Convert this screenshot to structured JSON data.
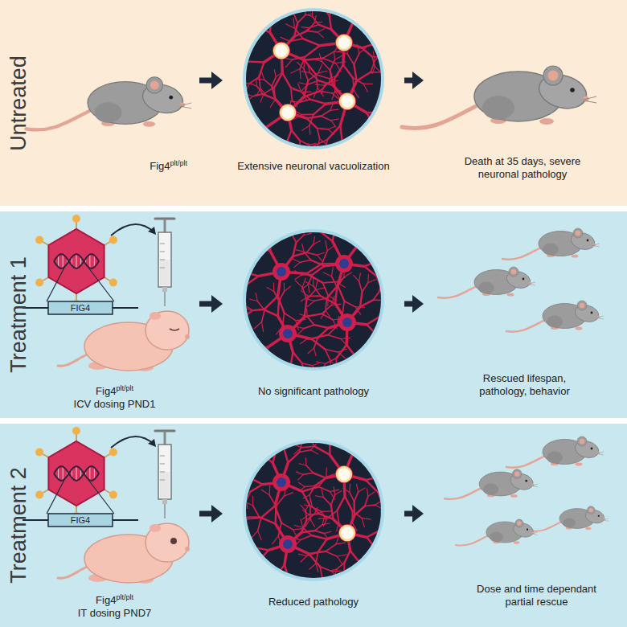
{
  "diagram": {
    "nodes": [
      {
        "text": [
          "Untreated"
        ]
      },
      {
        "text": [
          "Fig4",
          "plt/plt"
        ],
        "in": 0
      },
      {
        "text": [
          "Extensive neuronal vacuolization"
        ],
        "in": 0
      },
      {
        "text": [
          "Death at 35 days, severe neuronal pathology"
        ],
        "in": 0
      },
      {
        "text": [
          "Treatment 1"
        ]
      },
      {
        "text": [
          "Fig4",
          "plt/plt",
          "ICV dosing PND1"
        ],
        "in": 4
      },
      {
        "text": [
          "No significant pathology"
        ],
        "in": 4
      },
      {
        "text": [
          "Rescued lifespan, pathology, behavior"
        ],
        "in": 4
      },
      {
        "text": [
          "Treatment 2"
        ]
      },
      {
        "text": [
          "Fig4",
          "plt/plt",
          "IT dosing PND7"
        ],
        "in": 8
      },
      {
        "text": [
          "Reduced pathology"
        ],
        "in": 8
      },
      {
        "text": [
          "Dose and time dependant partial rescue"
        ],
        "in": 8
      }
    ],
    "edges": [
      {
        "from": 1,
        "to": 2,
        "arrow": "to"
      },
      {
        "from": 2,
        "to": 3,
        "arrow": "to"
      },
      {
        "from": 5,
        "to": 6,
        "arrow": "to"
      },
      {
        "from": 6,
        "to": 7,
        "arrow": "to"
      },
      {
        "from": 9,
        "to": 10,
        "arrow": "to"
      },
      {
        "from": 10,
        "to": 11,
        "arrow": "to"
      }
    ],
    "labels": [
      "FIG4",
      "FIG4"
    ]
  }
}
